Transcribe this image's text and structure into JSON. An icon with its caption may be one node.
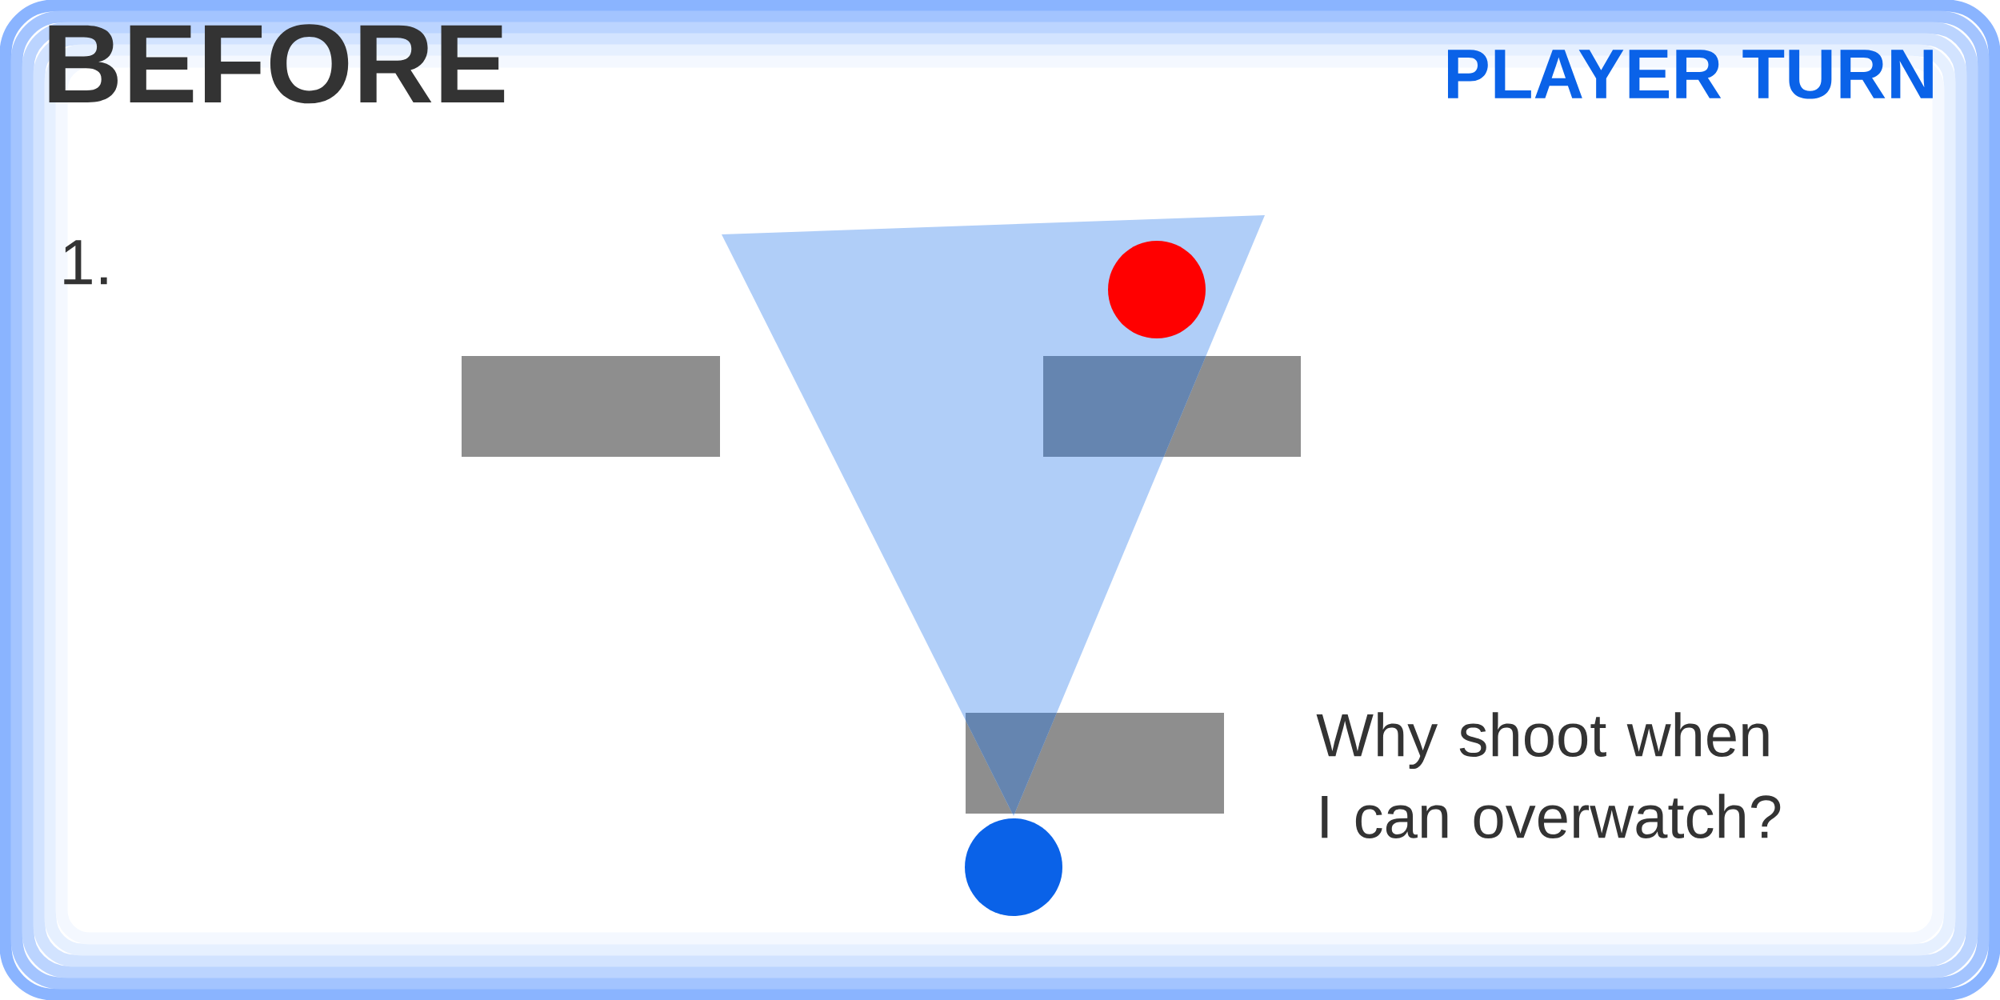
{
  "diagram": {
    "title": "BEFORE",
    "labels": [
      "PLAYER TURN",
      "1.",
      "Why shoot when I can overwatch?"
    ]
  }
}
